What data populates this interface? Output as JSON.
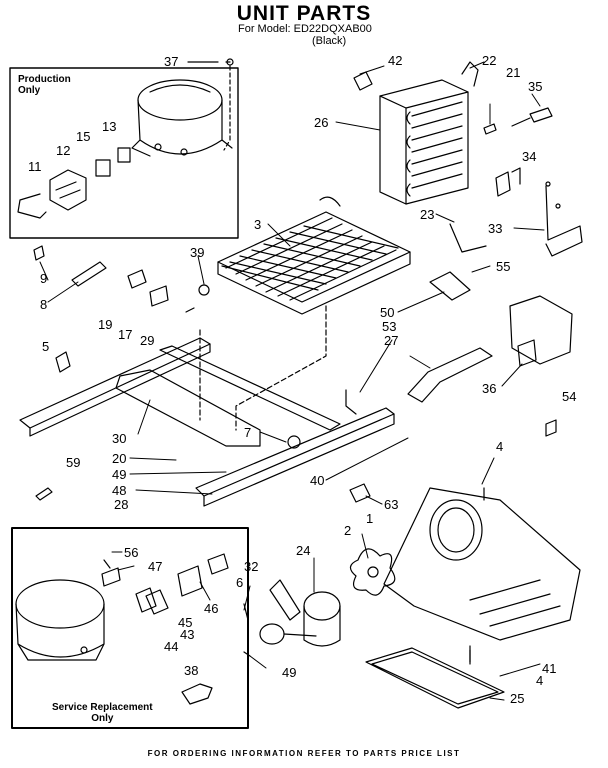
{
  "header": {
    "title": "UNIT PARTS",
    "model_line": "For Model: ED22DQXAB00",
    "variant": "(Black)"
  },
  "boxes": {
    "production_label": "Production\nOnly",
    "service_label": "Service Replacement\nOnly"
  },
  "callouts": [
    {
      "id": "37",
      "text": "37"
    },
    {
      "id": "42",
      "text": "42"
    },
    {
      "id": "22",
      "text": "22"
    },
    {
      "id": "21",
      "text": "21"
    },
    {
      "id": "35",
      "text": "35"
    },
    {
      "id": "26",
      "text": "26"
    },
    {
      "id": "13",
      "text": "13"
    },
    {
      "id": "15",
      "text": "15"
    },
    {
      "id": "12",
      "text": "12"
    },
    {
      "id": "11",
      "text": "11"
    },
    {
      "id": "34",
      "text": "34"
    },
    {
      "id": "23",
      "text": "23"
    },
    {
      "id": "33",
      "text": "33"
    },
    {
      "id": "3",
      "text": "3"
    },
    {
      "id": "39",
      "text": "39"
    },
    {
      "id": "9",
      "text": "9"
    },
    {
      "id": "8",
      "text": "8"
    },
    {
      "id": "19",
      "text": "19"
    },
    {
      "id": "17",
      "text": "17"
    },
    {
      "id": "29",
      "text": "29"
    },
    {
      "id": "5",
      "text": "5"
    },
    {
      "id": "55",
      "text": "55"
    },
    {
      "id": "50",
      "text": "50"
    },
    {
      "id": "53",
      "text": "53"
    },
    {
      "id": "27",
      "text": "27"
    },
    {
      "id": "36",
      "text": "36"
    },
    {
      "id": "54",
      "text": "54"
    },
    {
      "id": "30",
      "text": "30"
    },
    {
      "id": "7",
      "text": "7"
    },
    {
      "id": "20",
      "text": "20"
    },
    {
      "id": "49a",
      "text": "49"
    },
    {
      "id": "48",
      "text": "48"
    },
    {
      "id": "40",
      "text": "40"
    },
    {
      "id": "4a",
      "text": "4"
    },
    {
      "id": "59",
      "text": "59"
    },
    {
      "id": "63",
      "text": "63"
    },
    {
      "id": "28",
      "text": "28"
    },
    {
      "id": "2",
      "text": "2"
    },
    {
      "id": "1",
      "text": "1"
    },
    {
      "id": "24",
      "text": "24"
    },
    {
      "id": "56",
      "text": "56"
    },
    {
      "id": "47",
      "text": "47"
    },
    {
      "id": "32",
      "text": "32"
    },
    {
      "id": "6",
      "text": "6"
    },
    {
      "id": "46",
      "text": "46"
    },
    {
      "id": "45",
      "text": "45"
    },
    {
      "id": "43",
      "text": "43"
    },
    {
      "id": "44",
      "text": "44"
    },
    {
      "id": "49b",
      "text": "49"
    },
    {
      "id": "41",
      "text": "41"
    },
    {
      "id": "4b",
      "text": "4"
    },
    {
      "id": "25",
      "text": "25"
    },
    {
      "id": "38",
      "text": "38"
    }
  ],
  "footer": "FOR ORDERING INFORMATION REFER TO PARTS PRICE LIST"
}
